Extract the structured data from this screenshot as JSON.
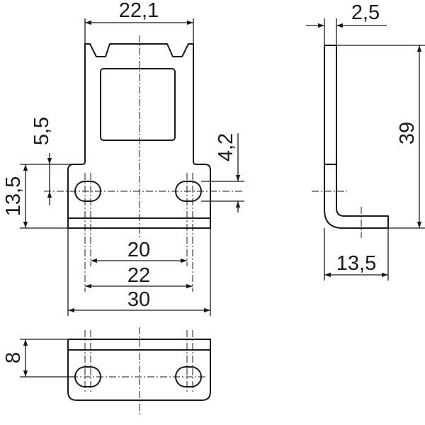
{
  "drawing": {
    "ink_color": "#1a1a1a",
    "background": "#ffffff",
    "dimensions": {
      "top_width": "22,1",
      "thickness": "2,5",
      "height": "39",
      "mounting_height": "13,5",
      "tab_offset": "5,5",
      "hole_diameter": "4,2",
      "hole_spacing": "20",
      "hole_outer": "22",
      "base_width": "30",
      "side_depth": "13,5",
      "bottom_depth": "8"
    }
  }
}
